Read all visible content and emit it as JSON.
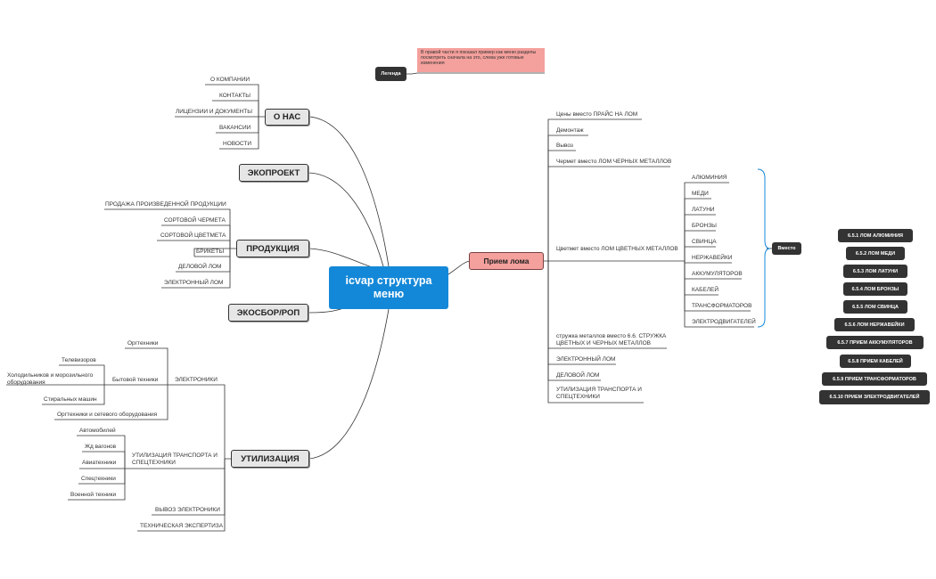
{
  "root": {
    "title_line1": "icvap структура",
    "title_line2": "меню"
  },
  "legend": {
    "label": "Легенда",
    "note": "В правой части я показал пример как меню разделы посмотреть сначала на это, слева уже готовые изменения"
  },
  "about": {
    "label": "О НАС",
    "items": [
      "О КОМПАНИИ",
      "КОНТАКТЫ",
      "ЛИЦЕНЗИИ И ДОКУМЕНТЫ",
      "ВАКАНСИИ",
      "НОВОСТИ"
    ]
  },
  "ecoproject": {
    "label": "ЭКОПРОЕКТ"
  },
  "products": {
    "label": "ПРОДУКЦИЯ",
    "items": [
      "ПРОДАЖА ПРОИЗВЕДЕННОЙ ПРОДУКЦИИ",
      "СОРТОВОЙ ЧЕРМЕТА",
      "СОРТОВОЙ ЦВЕТМЕТА",
      "БРИКЕТЫ",
      "ДЕЛОВОЙ ЛОМ",
      "ЭЛЕКТРОННЫЙ ЛОМ"
    ]
  },
  "ecosbor": {
    "label": "ЭКОСБОР/РОП"
  },
  "utilization": {
    "label": "УТИЛИЗАЦИЯ",
    "electronics": {
      "label": "ЭЛЕКТРОНИКИ",
      "orgtech": "Оргтехники",
      "household": {
        "label": "Бытовой техники",
        "items": [
          "Телевизоров",
          "Холодильников и морозильного оборудования",
          "Стиральных машин"
        ]
      },
      "orgtech_net": "Оргтехники и сетевого оборудования"
    },
    "transport": {
      "label": "УТИЛИЗАЦИЯ ТРАНСПОРТА И СПЕЦТЕХНИКИ",
      "items": [
        "Автомобилей",
        "Жд вагонов",
        "Авиатехники",
        "Спецтехники",
        "Военной техники"
      ]
    },
    "removal": "ВЫВОЗ ЭЛЕКТРОНИКИ",
    "expertise": "ТЕХНИЧЕСКАЯ ЭКСПЕРТИЗА"
  },
  "scrap": {
    "label": "Прием  лома",
    "items": [
      "Цены вместо  ПРАЙС НА ЛОМ",
      "Демонтаж",
      "Вывоз",
      "Чермет вместо ЛОМ ЧЕРНЫХ МЕТАЛЛОВ"
    ],
    "nonferrous": {
      "label": "Цветмет вместо  ЛОМ ЦВЕТНЫХ МЕТАЛЛОВ",
      "items": [
        "АЛЮМИНИЯ",
        "МЕДИ",
        "ЛАТУНИ",
        "БРОНЗЫ",
        "СВИНЦА",
        "НЕРЖАВЕЙКИ",
        "АККУМУЛЯТОРОВ",
        "КАБЕЛЕЙ",
        "ТРАНСФОРМАТОРОВ",
        "ЭЛЕКТРОДВИГАТЕЛЕЙ"
      ],
      "instead_label": "Вместо"
    },
    "items_after": [
      "стружка металлов вместо 6.6. СТРУЖКА ЦВЕТНЫХ И ЧЕРНЫХ МЕТАЛЛОВ",
      "ЭЛЕКТРОННЫЙ ЛОМ",
      "ДЕЛОВОЙ ЛОМ",
      "УТИЛИЗАЦИЯ ТРАНСПОРТА И СПЕЦТЕХНИКИ"
    ]
  },
  "replacement": [
    "6.5.1 ЛОМ АЛЮМИНИЯ",
    "6.5.2 ЛОМ МЕДИ",
    "6.5.3 ЛОМ ЛАТУНИ",
    "6.5.4 ЛОМ БРОНЗЫ",
    "6.5.5 ЛОМ СВИНЦА",
    "6.5.6 ЛОМ НЕРЖАВЕЙКИ",
    "6.5.7 ПРИЕМ АККУМУЛЯТОРОВ",
    "6.5.8 ПРИЕМ КАБЕЛЕЙ",
    "6.5.9 ПРИЕМ ТРАНСФОРМАТОРОВ",
    "6.5.10 ПРИЕМ ЭЛЕКТРОДВИГАТЕЛЕЙ"
  ],
  "colors": {
    "root": "#1488d8",
    "scrap": "#f4a09c",
    "note": "#f4a09c",
    "dark": "#333333",
    "brace": "#1488d8"
  }
}
